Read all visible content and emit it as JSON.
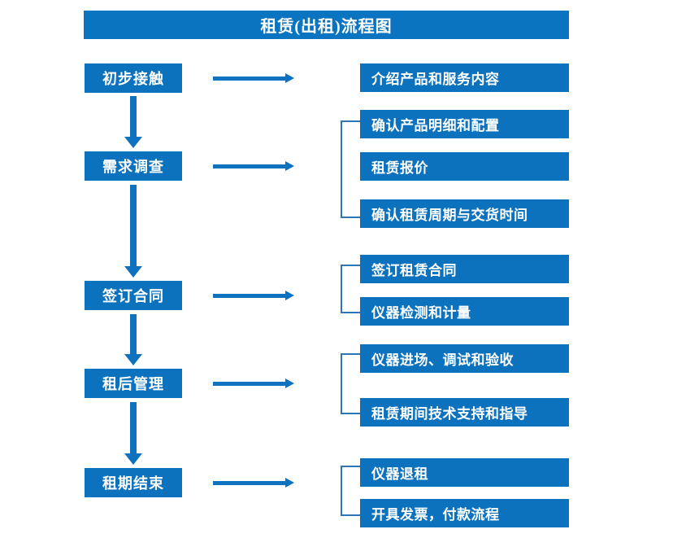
{
  "title": "租赁(出租)流程图",
  "colors": {
    "box_blue": "#0D72BE",
    "banner_blue": "#0B74C0",
    "arrow_blue": "#0E72BE",
    "bracket_blue": "#2E75B6",
    "text_white": "#FFFFFF",
    "background": "#FFFFFF"
  },
  "stages": [
    {
      "label": "初步接触"
    },
    {
      "label": "需求调查"
    },
    {
      "label": "签订合同"
    },
    {
      "label": "租后管理"
    },
    {
      "label": "租期结束"
    }
  ],
  "details": [
    {
      "label": "介绍产品和服务内容"
    },
    {
      "label": "确认产品明细和配置"
    },
    {
      "label": "租赁报价"
    },
    {
      "label": "确认租赁周期与交货时间"
    },
    {
      "label": "签订租赁合同"
    },
    {
      "label": "仪器检测和计量"
    },
    {
      "label": "仪器进场、调试和验收"
    },
    {
      "label": "租赁期间技术支持和指导"
    },
    {
      "label": "仪器退租"
    },
    {
      "label": "开具发票，付款流程"
    }
  ],
  "groups": [
    {
      "name": "需求调查-group",
      "members": [
        "确认产品明细和配置",
        "租赁报价",
        "确认租赁周期与交货时间"
      ]
    },
    {
      "name": "签订合同-group",
      "members": [
        "签订租赁合同",
        "仪器检测和计量"
      ]
    },
    {
      "name": "租后管理-group",
      "members": [
        "仪器进场、调试和验收",
        "租赁期间技术支持和指导"
      ]
    },
    {
      "name": "租期结束-group",
      "members": [
        "仪器退租",
        "开具发票，付款流程"
      ]
    }
  ],
  "flow_arrows": {
    "vertical_count": 4,
    "horizontal_count": 5,
    "direction_vertical": "down",
    "direction_horizontal": "right"
  }
}
